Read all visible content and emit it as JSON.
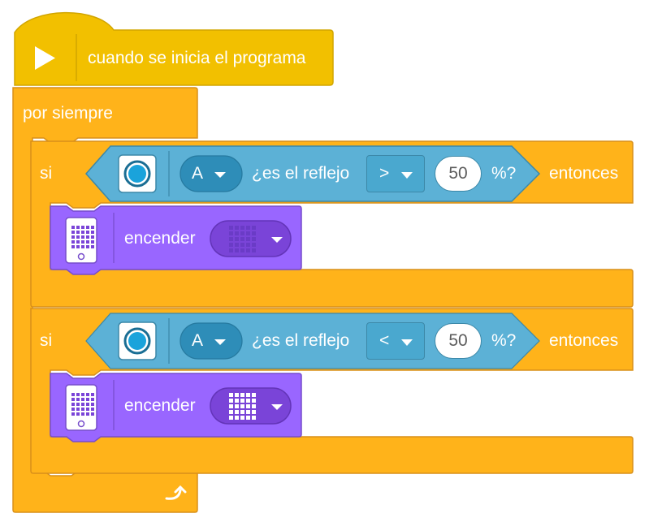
{
  "hat": {
    "label": "cuando se inicia el programa",
    "icon": "play-icon"
  },
  "forever": {
    "label": "por siempre",
    "icon": "loop-arrow-icon"
  },
  "ifs": [
    {
      "keyword": "si",
      "then": "entonces",
      "condition": {
        "icon": "color-sensor-icon",
        "port": "A",
        "text": "¿es el reflejo",
        "operator": ">",
        "value": "50",
        "unit": "%?"
      },
      "action": {
        "icon": "light-matrix-icon",
        "label": "encender",
        "matrix_state": "dim"
      }
    },
    {
      "keyword": "si",
      "then": "entonces",
      "condition": {
        "icon": "color-sensor-icon",
        "port": "A",
        "text": "¿es el reflejo",
        "operator": "<",
        "value": "50",
        "unit": "%?"
      },
      "action": {
        "icon": "light-matrix-icon",
        "label": "encender",
        "matrix_state": "bright"
      }
    }
  ],
  "colors": {
    "events": "#F2C000",
    "control": "#FFB31A",
    "sensors": "#5CB1D6",
    "light": "#9966FF",
    "light_dark": "#7A44D8"
  }
}
